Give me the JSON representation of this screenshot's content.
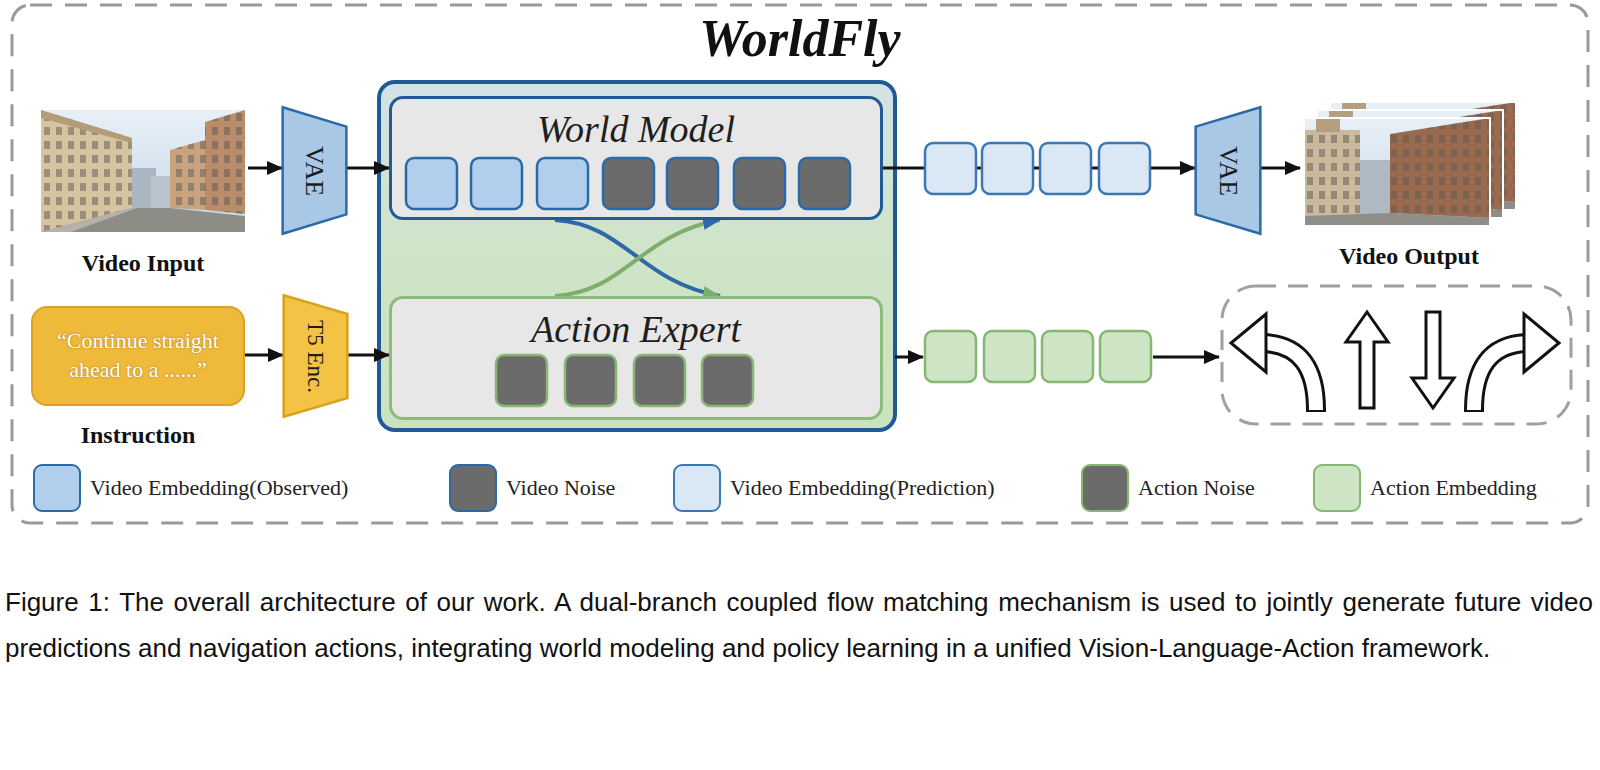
{
  "diagram": {
    "title": "WorldFly",
    "caption": "Figure 1: The overall architecture of our work. A dual-branch coupled flow matching mechanism is used to jointly generate future video predictions and navigation actions, integrating world modeling and policy learning in a unified Vision-Language-Action framework.",
    "nodes": [
      {
        "text": [
          "Video Input"
        ]
      },
      {
        "text": [
          "VAE"
        ]
      },
      {
        "text": [
          "World Model"
        ]
      },
      {
        "text": [
          "VAE"
        ]
      },
      {
        "text": [
          "Video Output"
        ]
      },
      {
        "text": [
          "“Continue straight ahead to a ......”",
          "Instruction"
        ]
      },
      {
        "text": [
          "T5 Enc."
        ]
      },
      {
        "text": [
          "Action Expert"
        ]
      }
    ],
    "edges": [
      {
        "from": 0,
        "to": 1,
        "arrow": "to"
      },
      {
        "from": 1,
        "to": 2,
        "arrow": "to"
      },
      {
        "from": 2,
        "to": 7,
        "arrow": "to"
      },
      {
        "from": 7,
        "to": 2,
        "arrow": "to"
      },
      {
        "from": 2,
        "to": 3,
        "arrow": "to"
      },
      {
        "from": 3,
        "to": 4,
        "arrow": "to"
      },
      {
        "from": 5,
        "to": 6,
        "arrow": "to"
      },
      {
        "from": 6,
        "to": 7,
        "arrow": "to"
      }
    ],
    "legend": [
      {
        "text": "Video Embedding(Observed)",
        "color": "#b1cfec"
      },
      {
        "text": "Video Noise",
        "color": "#6b6b6b"
      },
      {
        "text": "Video Embedding(Prediction)",
        "color": "#dae7f4"
      },
      {
        "text": "Action Noise",
        "color": "#6b6b6b"
      },
      {
        "text": "Action Embedding",
        "color": "#cde5c4"
      }
    ]
  }
}
